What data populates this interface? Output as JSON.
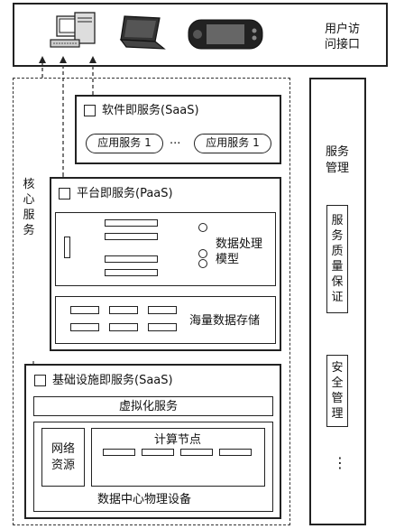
{
  "top": {
    "label": "用户访问接口",
    "devices": [
      "desktop-computer-icon",
      "laptop-icon",
      "handheld-game-console-icon"
    ]
  },
  "core_services": {
    "label": "核心服务"
  },
  "saas": {
    "title": "软件即服务(SaaS)",
    "app_service_1": "应用服务 1",
    "ellipsis": "···",
    "app_service_2": "应用服务 1"
  },
  "paas": {
    "title": "平台即服务(PaaS)",
    "data_processing_label": "数据处理模型",
    "mass_storage_label": "海量数据存储"
  },
  "iaas": {
    "title": "基础设施即服务(SaaS)",
    "virtualization_label": "虚拟化服务",
    "network_label": "网络资源",
    "compute_label": "计算节点",
    "datacenter_label": "数据中心物理设备"
  },
  "service_mgmt": {
    "title": "服务管理",
    "quality_label": "服务质量保证",
    "security_label": "安全管理",
    "more": "⋮"
  }
}
